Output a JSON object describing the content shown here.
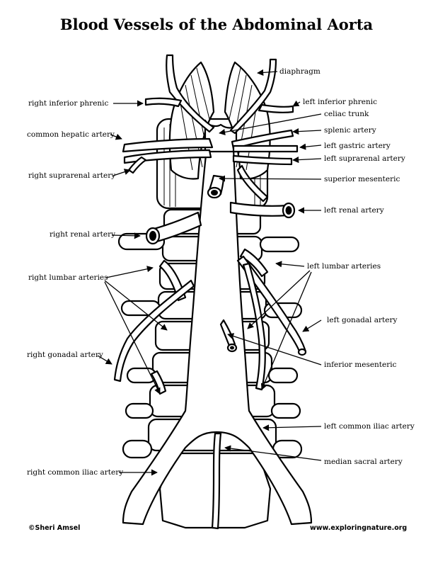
{
  "title": "Blood Vessels of the Abdominal Aorta",
  "labels": {
    "diaphragm": "diaphragm",
    "right_inferior_phrenic": "right inferior phrenic",
    "left_inferior_phrenic": "left inferior phrenic",
    "celiac_trunk": "celiac trunk",
    "common_hepatic": "common hepatic artery",
    "splenic": "splenic artery",
    "left_gastric": "left gastric artery",
    "left_suprarenal": "left suprarenal artery",
    "right_suprarenal": "right suprarenal artery",
    "superior_mesenteric": "superior mesenteric",
    "left_renal": "left renal artery",
    "right_renal": "right renal artery",
    "left_lumbar": "left lumbar arteries",
    "right_lumbar": "right lumbar arteries",
    "left_gonadal": "left gonadal artery",
    "right_gonadal": "right gonadal artery",
    "inferior_mesenteric": "inferior mesenteric",
    "left_common_iliac": "left common iliac artery",
    "median_sacral": "median sacral artery",
    "right_common_iliac": "right common iliac artery"
  },
  "footer": {
    "copyright": "©Sheri Amsel",
    "website": "www.exploringnature.org"
  }
}
